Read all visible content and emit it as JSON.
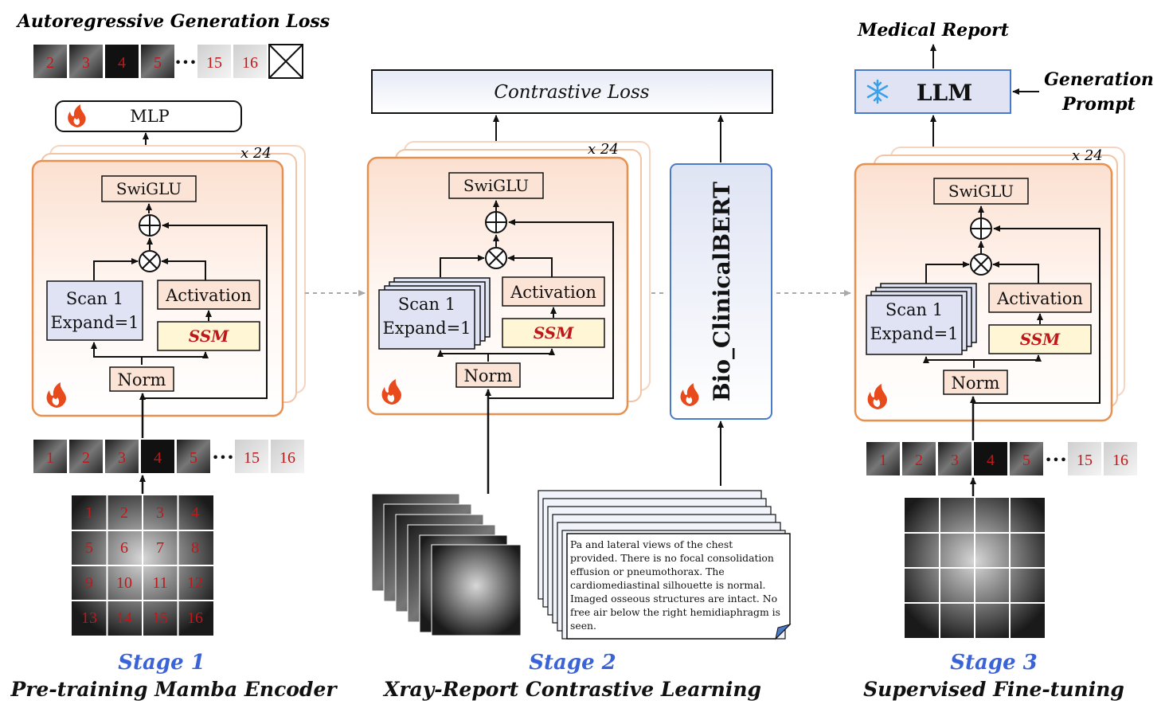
{
  "stage1": {
    "top_title": "Autoregressive Generation Loss",
    "mlp_label": "MLP",
    "repeat_label": "x 24",
    "swiglu": "SwiGLU",
    "scan_line1": "Scan 1",
    "scan_line2": "Expand=1",
    "activation": "Activation",
    "ssm": "SSM",
    "norm": "Norm",
    "output_tiles": [
      "2",
      "3",
      "4",
      "5",
      "15",
      "16"
    ],
    "input_tiles": [
      "1",
      "2",
      "3",
      "4",
      "5",
      "15",
      "16"
    ],
    "grid_tiles": [
      "1",
      "2",
      "3",
      "4",
      "5",
      "6",
      "7",
      "8",
      "9",
      "10",
      "11",
      "12",
      "13",
      "14",
      "15",
      "16"
    ],
    "ellipsis": "•••",
    "stage_label": "Stage 1",
    "stage_caption": "Pre-training Mamba Encoder"
  },
  "stage2": {
    "loss_label": "Contrastive Loss",
    "repeat_label": "x 24",
    "swiglu": "SwiGLU",
    "scan_line1": "Scan 1",
    "scan_line2": "Expand=1",
    "activation": "Activation",
    "ssm": "SSM",
    "norm": "Norm",
    "bert_label": "Bio_ClinicalBERT",
    "report_lines": [
      "Pa and lateral views of the chest",
      "provided. There is no focal consolidation",
      "effusion or pneumothorax. The",
      "cardiomediastinal silhouette is normal.",
      "Imaged osseous structures are intact. No",
      "free air below the right hemidiaphragm is",
      "seen."
    ],
    "stage_label": "Stage 2",
    "stage_caption": "Xray-Report Contrastive Learning"
  },
  "stage3": {
    "output_label": "Medical Report",
    "llm_label": "LLM",
    "prompt_line1": "Generation",
    "prompt_line2": "Prompt",
    "repeat_label": "x 24",
    "swiglu": "SwiGLU",
    "scan_line1": "Scan 1",
    "scan_line2": "Expand=1",
    "activation": "Activation",
    "ssm": "SSM",
    "norm": "Norm",
    "input_tiles": [
      "1",
      "2",
      "3",
      "4",
      "5",
      "15",
      "16"
    ],
    "ellipsis": "•••",
    "stage_label": "Stage 3",
    "stage_caption": "Supervised Fine-tuning"
  },
  "colors": {
    "block_border": "#e8a070",
    "block_fill": "#fdf1ea",
    "swiglu_fill": "#fbe3d6",
    "scan_fill": "#dfe3f3",
    "ssm_fill": "#fff6d6",
    "bert_border": "#4a7bc8",
    "llm_fill": "#dfe3f3",
    "stage_blue": "#3a63d8",
    "tile_red": "#c0181a",
    "fire": "#e84a1c",
    "snow": "#3aa0e8"
  }
}
